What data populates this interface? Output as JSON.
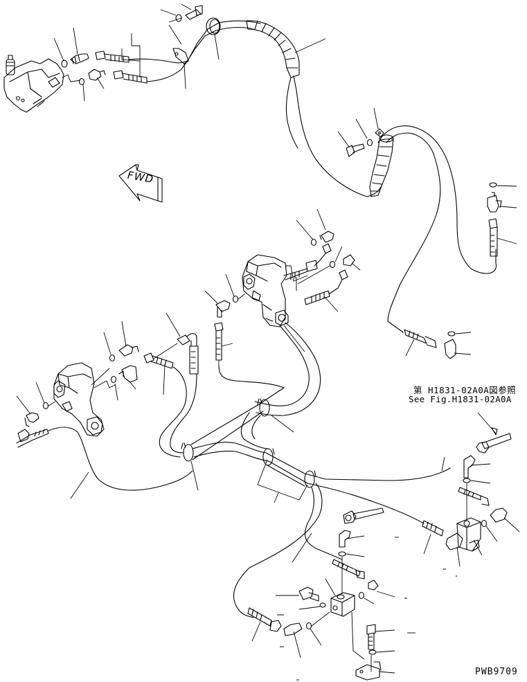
{
  "diagram": {
    "type": "exploded parts diagram - hydraulic piping",
    "direction_indicator": {
      "label": "FWD",
      "icon": "forward-arrow-icon"
    },
    "reference_note": {
      "line_jp": "第 H1831-02A0A図参照",
      "line_en": "See Fig.H1831-02A0A"
    },
    "drawing_code": "PWB9709",
    "components": [
      {
        "id": "valve-upper-left",
        "kind": "valve-block"
      },
      {
        "id": "valve-center",
        "kind": "valve-block"
      },
      {
        "id": "valve-lower-left",
        "kind": "valve-block"
      },
      {
        "id": "junction-block-right",
        "kind": "block"
      },
      {
        "id": "junction-block-bottom",
        "kind": "block"
      },
      {
        "id": "spiral-guard-top",
        "kind": "hose-protector"
      },
      {
        "id": "spiral-guard-mid",
        "kind": "hose-protector"
      },
      {
        "id": "hose-clamps",
        "kind": "clamp",
        "count": 5
      }
    ],
    "colors": {
      "line": "#000000",
      "background": "#ffffff"
    }
  }
}
